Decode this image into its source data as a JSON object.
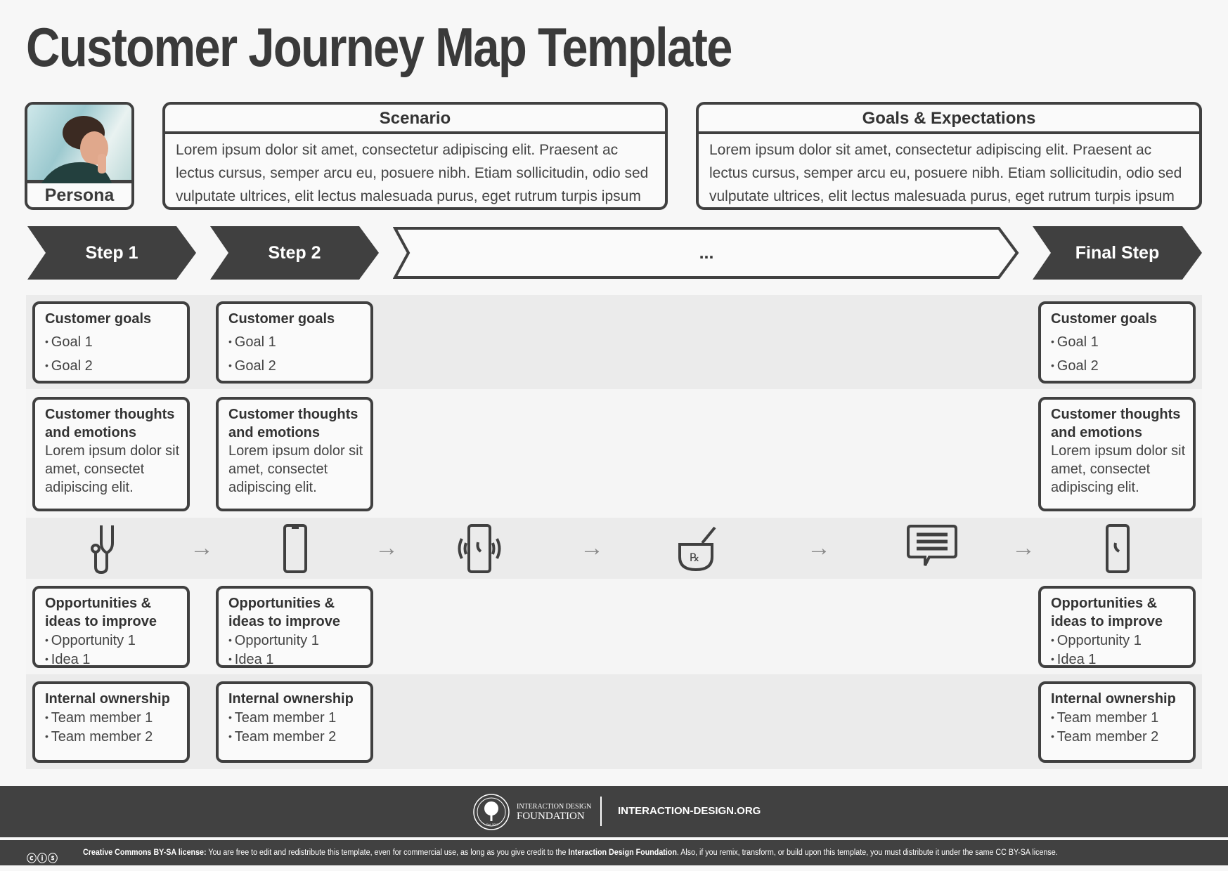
{
  "title": "Customer Journey Map Template",
  "persona": {
    "label": "Persona"
  },
  "scenario": {
    "title": "Scenario",
    "text": "Lorem ipsum dolor sit amet, consectetur adipiscing elit. Praesent ac lectus cursus, semper arcu eu, posuere nibh. Etiam sollicitudin, odio sed vulputate ultrices, elit lectus malesuada purus, eget rutrum turpis ipsum ut nunc."
  },
  "goals": {
    "title": "Goals & Expectations",
    "text": "Lorem ipsum dolor sit amet, consectetur adipiscing elit. Praesent ac lectus cursus, semper arcu eu, posuere nibh. Etiam sollicitudin, odio sed vulputate ultrices, elit lectus malesuada purus, eget rutrum turpis ipsum ut nunc."
  },
  "steps": [
    "Step 1",
    "Step 2",
    "...",
    "Final Step"
  ],
  "columns": [
    {
      "goals": {
        "title": "Customer goals",
        "items": [
          "Goal 1",
          "Goal 2"
        ]
      },
      "thoughts": {
        "title": "Customer thoughts and emotions",
        "text": "Lorem ipsum dolor sit amet, consectet adipiscing elit."
      },
      "opportunities": {
        "title": "Opportunities & ideas to improve",
        "items": [
          "Opportunity 1",
          "Idea 1"
        ]
      },
      "ownership": {
        "title": "Internal ownership",
        "items": [
          "Team member 1",
          "Team member 2"
        ]
      }
    },
    {
      "goals": {
        "title": "Customer goals",
        "items": [
          "Goal 1",
          "Goal 2"
        ]
      },
      "thoughts": {
        "title": "Customer thoughts and emotions",
        "text": "Lorem ipsum dolor sit amet, consectet adipiscing elit."
      },
      "opportunities": {
        "title": "Opportunities & ideas to improve",
        "items": [
          "Opportunity 1",
          "Idea 1"
        ]
      },
      "ownership": {
        "title": "Internal ownership",
        "items": [
          "Team member 1",
          "Team member 2"
        ]
      }
    },
    {
      "goals": {
        "title": "Customer goals",
        "items": [
          "Goal 1",
          "Goal 2"
        ]
      },
      "thoughts": {
        "title": "Customer thoughts and emotions",
        "text": "Lorem ipsum dolor sit amet, consectet adipiscing elit."
      },
      "opportunities": {
        "title": "Opportunities & ideas to improve",
        "items": [
          "Opportunity 1",
          "Idea 1"
        ]
      },
      "ownership": {
        "title": "Internal ownership",
        "items": [
          "Team member 1",
          "Team member 2"
        ]
      }
    }
  ],
  "touchpoint_icons": [
    "stethoscope-icon",
    "mobile-phone-icon",
    "phone-ringing-icon",
    "mortar-pestle-rx-icon",
    "chat-message-icon",
    "phone-call-icon"
  ],
  "arrow": "→",
  "footer": {
    "logo_line1": "INTERACTION DESIGN",
    "logo_line2": "FOUNDATION",
    "logo_est": "Est. 2002",
    "site": "INTERACTION-DESIGN.ORG"
  },
  "license": {
    "bold": "Creative Commons BY-SA license:",
    "text": " You are free to edit and redistribute this template, even for commercial use, as long as you give credit to the ",
    "org": "Interaction Design Foundation",
    "text2": ". Also, if you remix, transform, or build upon this template, you must distribute it under the same CC BY-SA license."
  },
  "colors": {
    "dark": "#404040",
    "band": "#ebebeb",
    "bg": "#f7f7f7"
  }
}
